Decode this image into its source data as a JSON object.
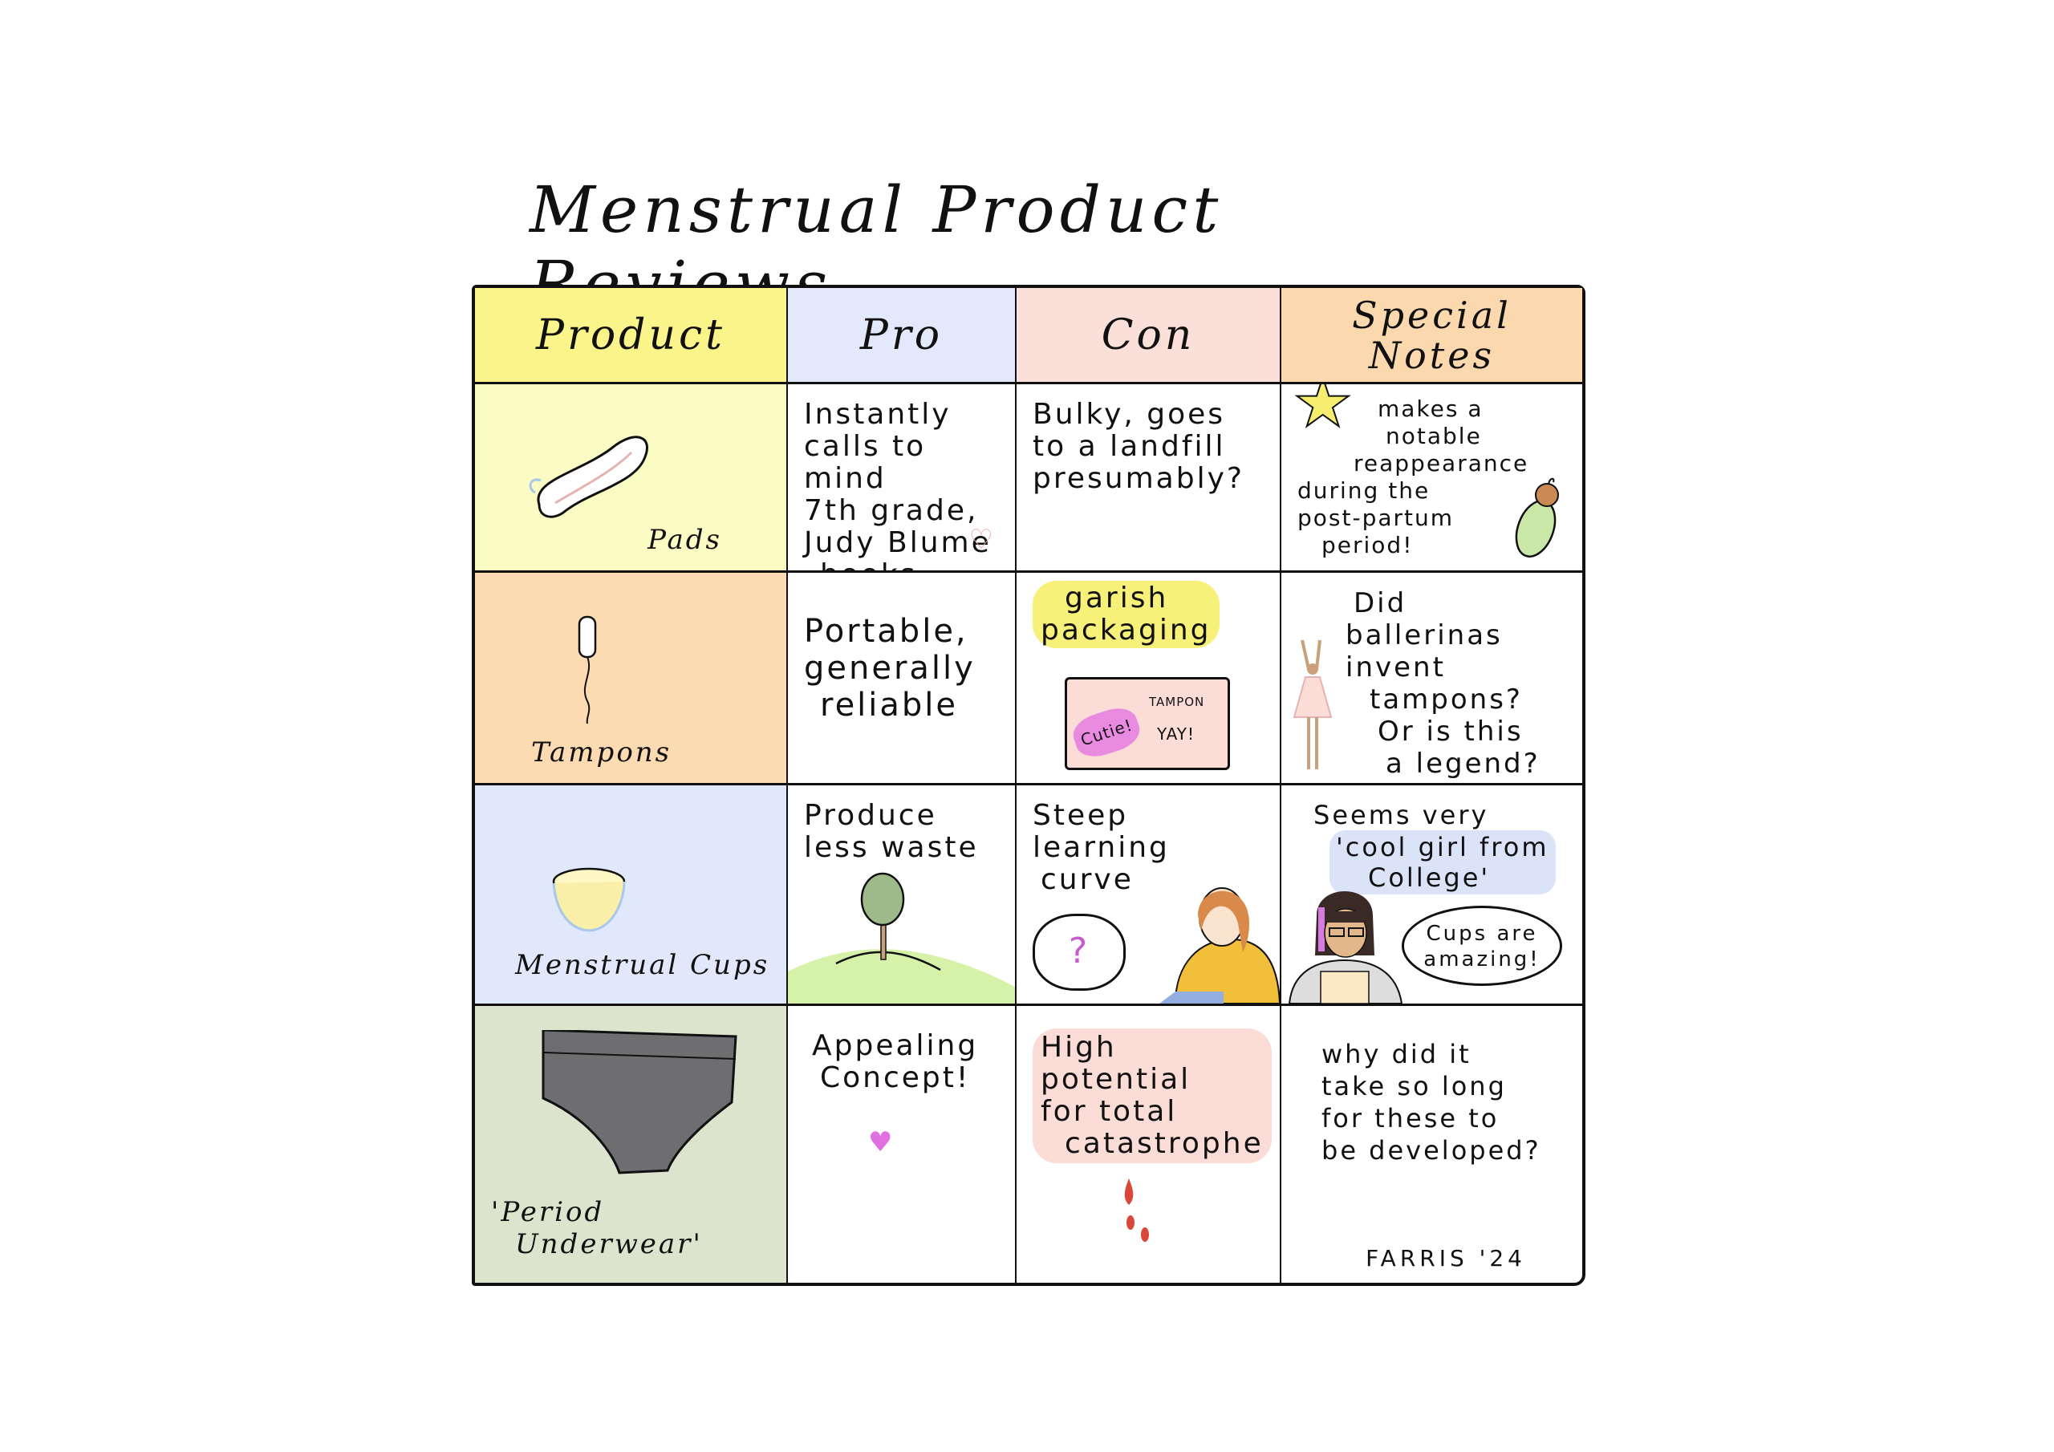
{
  "title": "Menstrual Product Reviews",
  "headers": {
    "product": "Product",
    "pro": "Pro",
    "con": "Con",
    "notes_line1": "Special",
    "notes_line2": "Notes"
  },
  "rows": [
    {
      "product": "Pads",
      "pro": [
        "Instantly",
        "calls to mind",
        "7th grade,",
        "Judy Blume",
        "books"
      ],
      "con": [
        "Bulky, goes",
        "to a landfill",
        "presumably?"
      ],
      "notes": [
        "makes a",
        "notable",
        "reappearance",
        "during the",
        "post-partum",
        "period!"
      ],
      "bg": "#fbfbc4"
    },
    {
      "product": "Tampons",
      "pro": [
        "Portable,",
        "generally",
        "reliable"
      ],
      "con_highlight": [
        "garish",
        "packaging"
      ],
      "package_labels": {
        "burst": "Cutie!",
        "brand": "TAMPON",
        "cheer": "YAY!"
      },
      "notes": [
        "Did",
        "ballerinas",
        "invent",
        "tampons?",
        "Or is this",
        "a legend?"
      ],
      "bg": "#fcdbb3"
    },
    {
      "product": "Menstrual Cups",
      "pro": [
        "Produce",
        "less waste"
      ],
      "con": [
        "Steep",
        "learning",
        "curve"
      ],
      "thought": "?",
      "notes_intro": "Seems very",
      "notes_highlight": [
        "'cool girl from",
        "College'"
      ],
      "speech_bubble": [
        "Cups are",
        "amazing!"
      ],
      "bg": "#e2e8fb"
    },
    {
      "product_line1": "'Period",
      "product_line2": "Underwear'",
      "pro": [
        "Appealing",
        "Concept!"
      ],
      "con_highlight": [
        "High potential",
        "for total",
        "catastrophe"
      ],
      "notes": [
        "why did it",
        "take so long",
        "for these to",
        "be developed?"
      ],
      "bg": "#dde4cd"
    }
  ],
  "signature": "FARRIS '24",
  "colors": {
    "product_header": "#fbf48a",
    "pro_header": "#e3e9fb",
    "con_header": "#fbe0da",
    "notes_header": "#fbd8ad",
    "highlight_yellow": "#f7f17a",
    "highlight_blue": "#dbe3f8",
    "highlight_pink": "#fbdcd6"
  }
}
